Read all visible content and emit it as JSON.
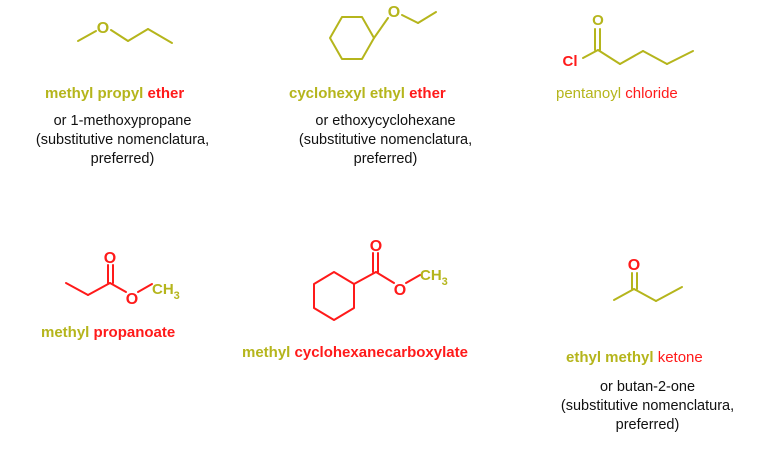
{
  "colors": {
    "alkyl": "#b5b51c",
    "functional": "#ff1a1a",
    "text": "#111111"
  },
  "compounds": [
    {
      "name_part1": "methyl propyl",
      "name_part2": "ether",
      "alt_line1": "or 1-methoxypropane",
      "alt_line2": "(substitutive nomenclatura,",
      "alt_line3": "preferred)",
      "atom_labels": [
        "O"
      ]
    },
    {
      "name_part1": "cyclohexyl ethyl",
      "name_part2": "ether",
      "alt_line1": "or ethoxycyclohexane",
      "alt_line2": "(substitutive nomenclatura,",
      "alt_line3": "preferred)",
      "atom_labels": [
        "O"
      ]
    },
    {
      "name_part1": "pentanoyl",
      "name_part2": "chloride",
      "atom_labels": [
        "O",
        "Cl"
      ]
    },
    {
      "name_part1": "methyl",
      "name_part2": "propanoate",
      "atom_labels": [
        "O",
        "O",
        "CH",
        "3"
      ]
    },
    {
      "name_part1": "methyl",
      "name_part2": "cyclohexanecarboxylate",
      "atom_labels": [
        "O",
        "O",
        "CH",
        "3"
      ]
    },
    {
      "name_part1": "ethyl methyl",
      "name_part2": "ketone",
      "alt_line1": "or butan-2-one",
      "alt_line2": "(substitutive nomenclatura,",
      "alt_line3": "preferred)",
      "atom_labels": [
        "O"
      ]
    }
  ]
}
